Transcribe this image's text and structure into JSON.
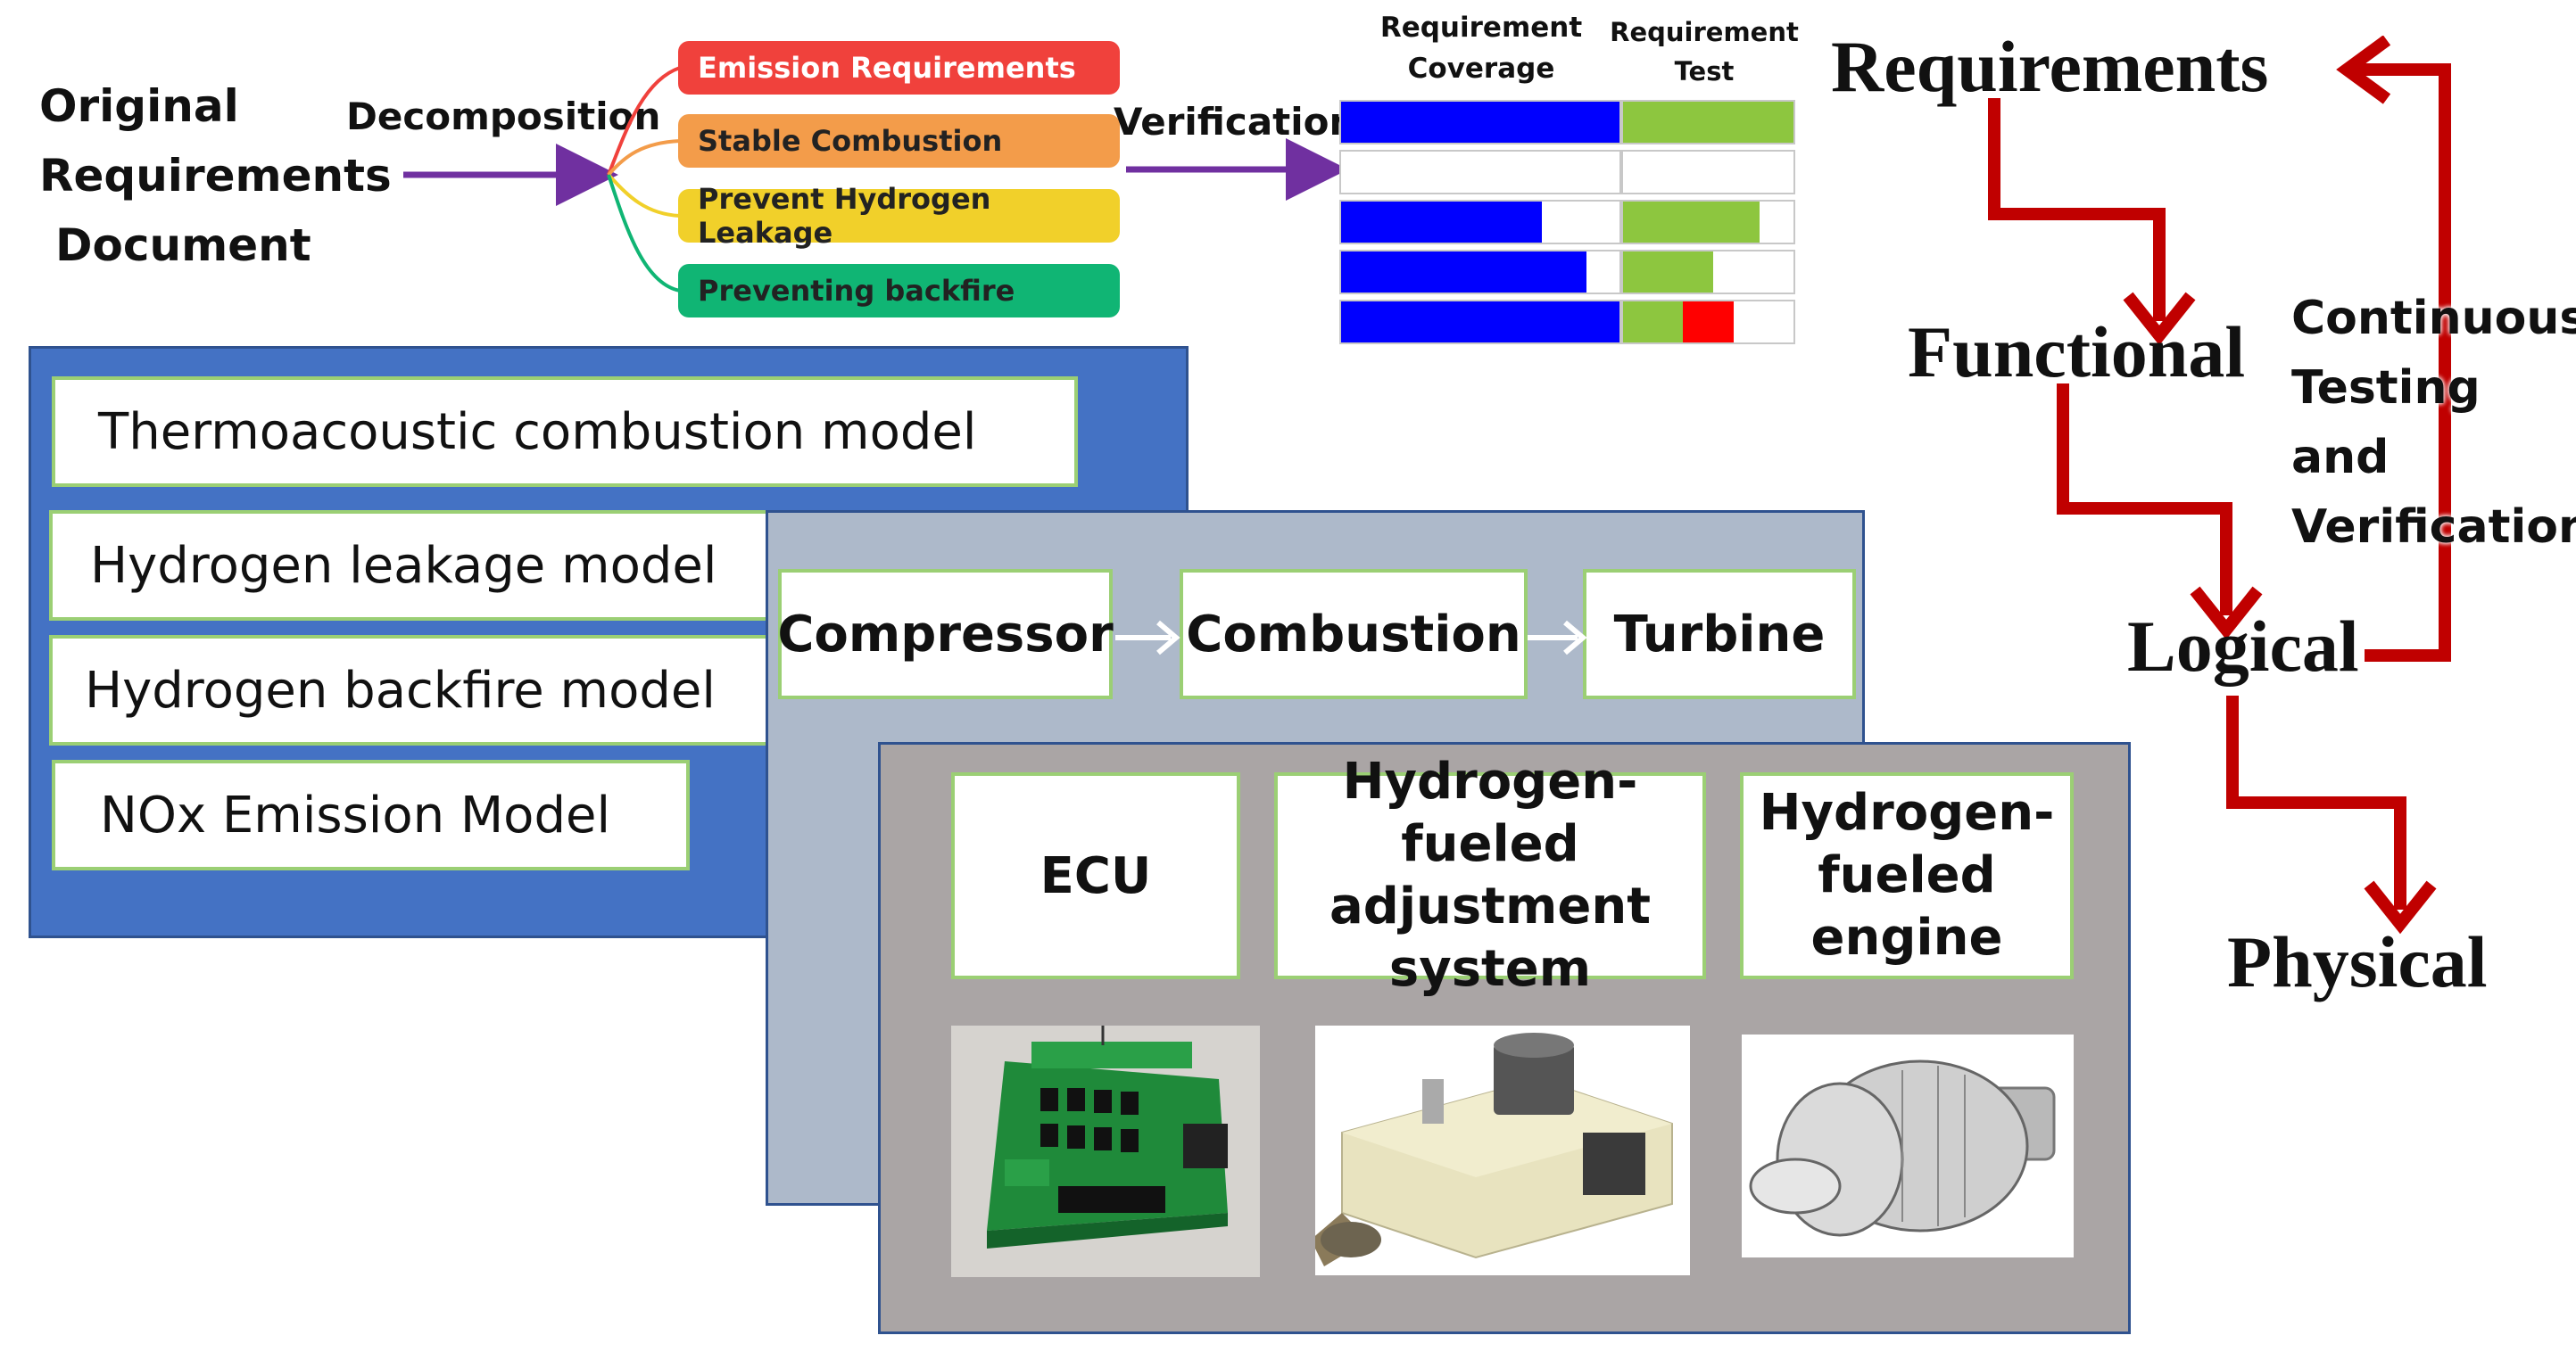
{
  "original_document": {
    "line1": "Original",
    "line2": "Requirements",
    "line3": "Document"
  },
  "decomposition_label": "Decomposition",
  "verification_label": "Verification",
  "requirements_list": [
    {
      "label": "Emission Requirements",
      "color": "#f0413c"
    },
    {
      "label": "Stable Combustion",
      "color": "#f39c4a"
    },
    {
      "label": "Prevent Hydrogen Leakage",
      "color": "#f1d02a"
    },
    {
      "label": "Preventing backfire",
      "color": "#10b574"
    }
  ],
  "coverage_header": {
    "line1": "Requirement",
    "line2": "Coverage"
  },
  "test_header": {
    "line1": "Requirement",
    "line2": "Test"
  },
  "verification_table": [
    {
      "coverage": 1.0,
      "test_pass": 1.0,
      "test_fail": 0.0
    },
    {
      "coverage": 0.0,
      "test_pass": 0.0,
      "test_fail": 0.0
    },
    {
      "coverage": 0.72,
      "test_pass": 0.8,
      "test_fail": 0.0
    },
    {
      "coverage": 0.88,
      "test_pass": 0.53,
      "test_fail": 0.0
    },
    {
      "coverage": 1.0,
      "test_pass": 0.35,
      "test_fail": 0.3
    }
  ],
  "colors": {
    "coverage": "#0000ff",
    "pass": "#8dc63f",
    "fail": "#ff0000",
    "flow_arrow": "#c00000",
    "connector": "#7030a0",
    "blue_panel": "#4472c4",
    "grey_panel": "#adb9ca",
    "dark_panel": "#aaa5a5"
  },
  "functional_models": [
    "Thermoacoustic combustion model",
    "Hydrogen leakage model",
    "Hydrogen backfire model",
    "NOx Emission Model"
  ],
  "logical_chain": [
    "Compressor",
    "Combustion",
    "Turbine"
  ],
  "physical_components": [
    {
      "line1": "ECU",
      "line2": "",
      "line3": ""
    },
    {
      "line1": "Hydrogen-fueled",
      "line2": "adjustment",
      "line3": "system"
    },
    {
      "line1": "Hydrogen-",
      "line2": "fueled",
      "line3": "engine"
    }
  ],
  "mbse_levels": [
    "Requirements",
    "Functional",
    "Logical",
    "Physical"
  ],
  "continuous_label": {
    "line1": "Continuous",
    "line2": "Testing and",
    "line3": "Verification"
  }
}
